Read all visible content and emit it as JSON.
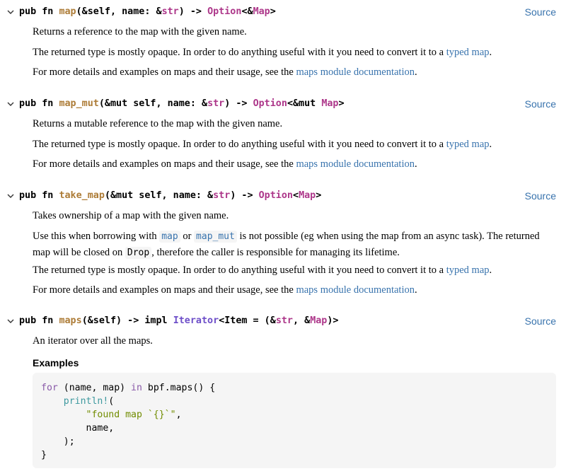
{
  "items": [
    {
      "sig": {
        "kw": "pub fn ",
        "name": "map",
        "p1": "(&self, name: &",
        "t1": "str",
        "p2": ") -> ",
        "t2": "Option",
        "p3": "<&",
        "t3": "Map",
        "p4": ">"
      },
      "source": "Source",
      "docs": [
        {
          "text": "Returns a reference to the map with the given name."
        },
        {
          "pre": "The returned type is mostly opaque. In order to do anything useful with it you need to convert it to a ",
          "link": "typed map",
          "post": "."
        },
        {
          "pre": "For more details and examples on maps and their usage, see the ",
          "link": "maps module documentation",
          "post": "."
        }
      ]
    },
    {
      "sig": {
        "kw": "pub fn ",
        "name": "map_mut",
        "p1": "(&mut self, name: &",
        "t1": "str",
        "p2": ") -> ",
        "t2": "Option",
        "p3": "<&mut ",
        "t3": "Map",
        "p4": ">"
      },
      "source": "Source",
      "docs": [
        {
          "text": "Returns a mutable reference to the map with the given name."
        },
        {
          "pre": "The returned type is mostly opaque. In order to do anything useful with it you need to convert it to a ",
          "link": "typed map",
          "post": "."
        },
        {
          "pre": "For more details and examples on maps and their usage, see the ",
          "link": "maps module documentation",
          "post": "."
        }
      ]
    },
    {
      "sig": {
        "kw": "pub fn ",
        "name": "take_map",
        "p1": "(&mut self, name: &",
        "t1": "str",
        "p2": ") -> ",
        "t2": "Option",
        "p3": "<",
        "t3": "Map",
        "p4": ">"
      },
      "source": "Source",
      "docs": [
        {
          "text": "Takes ownership of a map with the given name."
        },
        {
          "a": "Use this when borrowing with ",
          "c1": "map",
          "b": " or ",
          "c2": "map_mut",
          "c": " is not possible (eg when using the map from an async task). The returned map will be closed on ",
          "c3": "Drop",
          "d": ", therefore the caller is responsible for managing its lifetime."
        },
        {
          "pre": "The returned type is mostly opaque. In order to do anything useful with it you need to convert it to a ",
          "link": "typed map",
          "post": "."
        },
        {
          "pre": "For more details and examples on maps and their usage, see the ",
          "link": "maps module documentation",
          "post": "."
        }
      ]
    },
    {
      "sig": {
        "kw": "pub fn ",
        "name": "maps",
        "p1": "(&self) -> impl ",
        "t1": "Iterator",
        "p2": "<Item = (&",
        "t2": "str",
        "p3": ", &",
        "t3": "Map",
        "p4": ")>"
      },
      "source": "Source",
      "docs": [
        {
          "text": "An iterator over all the maps."
        }
      ],
      "examples_heading": "Examples",
      "code": {
        "l1_kw": "for",
        "l1_a": " (name, map) ",
        "l1_kw2": "in",
        "l1_b": " bpf.maps() {",
        "l2_mac": "println!",
        "l2_a": "(",
        "l3_str": "\"found map `{}`\"",
        "l3_a": ",",
        "l4": "name,",
        "l5": ");",
        "l6": "}"
      }
    }
  ]
}
